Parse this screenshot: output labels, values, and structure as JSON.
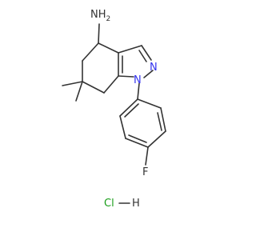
{
  "molecule": {
    "atoms": {
      "amine": "NH",
      "amine_sub": "2",
      "ring_n_upper": "N",
      "ring_n_lower": "N",
      "fluorine": "F"
    },
    "salt": {
      "chlorine": "Cl",
      "hydrogen": "H"
    }
  },
  "colors": {
    "bond": "#333333",
    "nitrogen": "#3333ee",
    "chlorine": "#1a9e1a",
    "background": "#ffffff"
  }
}
